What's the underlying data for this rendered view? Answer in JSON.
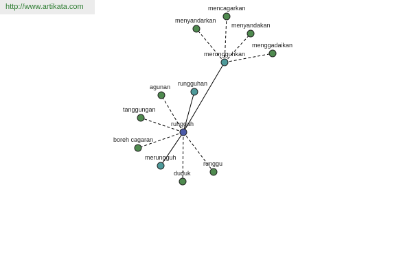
{
  "watermark": "http://www.artikata.com",
  "colors": {
    "center": "#4a5aa8",
    "teal": "#4e9a9a",
    "green": "#4f8a4f"
  },
  "nodes": [
    {
      "id": "rungguh",
      "label": "runggah",
      "kind": "center"
    },
    {
      "id": "merungguhkan",
      "label": "merungguhkan",
      "kind": "teal"
    },
    {
      "id": "rungguhan",
      "label": "rungguhan",
      "kind": "teal"
    },
    {
      "id": "merungguh",
      "label": "merungguh",
      "kind": "teal"
    },
    {
      "id": "agunan",
      "label": "agunan",
      "kind": "green"
    },
    {
      "id": "tanggungan",
      "label": "tanggungan",
      "kind": "green"
    },
    {
      "id": "boreh",
      "label": "boreh  cagaran",
      "kind": "green"
    },
    {
      "id": "duduk",
      "label": "duduk",
      "kind": "green"
    },
    {
      "id": "runggu",
      "label": "runggu",
      "kind": "green"
    },
    {
      "id": "mencagarkan",
      "label": "mencagarkan",
      "kind": "green"
    },
    {
      "id": "menyandarkan",
      "label": "menyandarkan",
      "kind": "green"
    },
    {
      "id": "menyandakan",
      "label": "menyandakan",
      "kind": "green"
    },
    {
      "id": "menggadaikan",
      "label": "menggadaikan",
      "kind": "green"
    }
  ],
  "edges": [
    {
      "from": "rungguh",
      "to": "merungguhkan",
      "style": "solid"
    },
    {
      "from": "rungguh",
      "to": "rungguhan",
      "style": "solid"
    },
    {
      "from": "rungguh",
      "to": "merungguh",
      "style": "solid"
    },
    {
      "from": "rungguh",
      "to": "agunan",
      "style": "dashed"
    },
    {
      "from": "rungguh",
      "to": "tanggungan",
      "style": "dashed"
    },
    {
      "from": "rungguh",
      "to": "boreh",
      "style": "dashed"
    },
    {
      "from": "rungguh",
      "to": "duduk",
      "style": "dashed"
    },
    {
      "from": "rungguh",
      "to": "runggu",
      "style": "dashed"
    },
    {
      "from": "merungguhkan",
      "to": "mencagarkan",
      "style": "dashed"
    },
    {
      "from": "merungguhkan",
      "to": "menyandarkan",
      "style": "dashed"
    },
    {
      "from": "merungguhkan",
      "to": "menyandakan",
      "style": "dashed"
    },
    {
      "from": "merungguhkan",
      "to": "menggadaikan",
      "style": "dashed"
    }
  ]
}
